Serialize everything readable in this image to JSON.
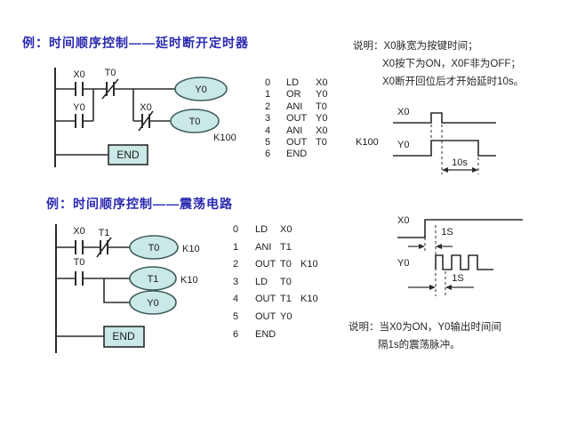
{
  "colors": {
    "title": "#2929b0",
    "coil_fill": "#c9e8e6",
    "coil_stroke": "#3f5c5c",
    "line": "#2b2b2b",
    "text": "#1c1c1c"
  },
  "example1": {
    "title": "例：时间顺序控制——延时断开定时器",
    "ladder": {
      "contact1": "X0",
      "contact2": "T0",
      "parallel_contact": "Y0",
      "branch_contact": "X0",
      "coil1": "Y0",
      "coil2": "T0",
      "coil2_value": "K100",
      "end": "END"
    },
    "instructions": [
      {
        "num": "0",
        "op": "LD",
        "arg1": "X0",
        "arg2": ""
      },
      {
        "num": "1",
        "op": "OR",
        "arg1": "Y0",
        "arg2": ""
      },
      {
        "num": "2",
        "op": "ANI",
        "arg1": "T0",
        "arg2": ""
      },
      {
        "num": "3",
        "op": "OUT",
        "arg1": "Y0",
        "arg2": ""
      },
      {
        "num": "4",
        "op": "ANI",
        "arg1": "X0",
        "arg2": ""
      },
      {
        "num": "5",
        "op": "OUT",
        "arg1": "T0",
        "arg2": "K100"
      },
      {
        "num": "6",
        "op": "END",
        "arg1": "",
        "arg2": ""
      }
    ],
    "notes": {
      "line1": "说明：X0脉宽为按键时间；",
      "line2": "X0按下为ON，X0F非为OFF；",
      "line3": "X0断开回位后才开始延时10s。"
    },
    "timing": {
      "signal1": "X0",
      "signal2": "Y0",
      "duration": "10s"
    }
  },
  "example2": {
    "title": "例：时间顺序控制——震荡电路",
    "ladder": {
      "contact1": "X0",
      "contact2": "T1",
      "contact3": "T0",
      "coil1": "T0",
      "coil1_value": "K10",
      "coil2": "T1",
      "coil2_value": "K10",
      "coil3": "Y0",
      "end": "END"
    },
    "instructions": [
      {
        "num": "0",
        "op": "LD",
        "arg1": "X0",
        "arg2": ""
      },
      {
        "num": "1",
        "op": "ANI",
        "arg1": "T1",
        "arg2": ""
      },
      {
        "num": "2",
        "op": "OUT",
        "arg1": "T0",
        "arg2": "K10"
      },
      {
        "num": "3",
        "op": "LD",
        "arg1": "T0",
        "arg2": ""
      },
      {
        "num": "4",
        "op": "OUT",
        "arg1": "T1",
        "arg2": "K10"
      },
      {
        "num": "5",
        "op": "OUT",
        "arg1": "Y0",
        "arg2": ""
      },
      {
        "num": "6",
        "op": "END",
        "arg1": "",
        "arg2": ""
      }
    ],
    "notes": {
      "line1": "说明：当X0为ON，Y0输出时间间",
      "line2": "隔1s的震荡脉冲。"
    },
    "timing": {
      "signal1": "X0",
      "signal2": "Y0",
      "delay": "1S",
      "period": "1S"
    }
  }
}
